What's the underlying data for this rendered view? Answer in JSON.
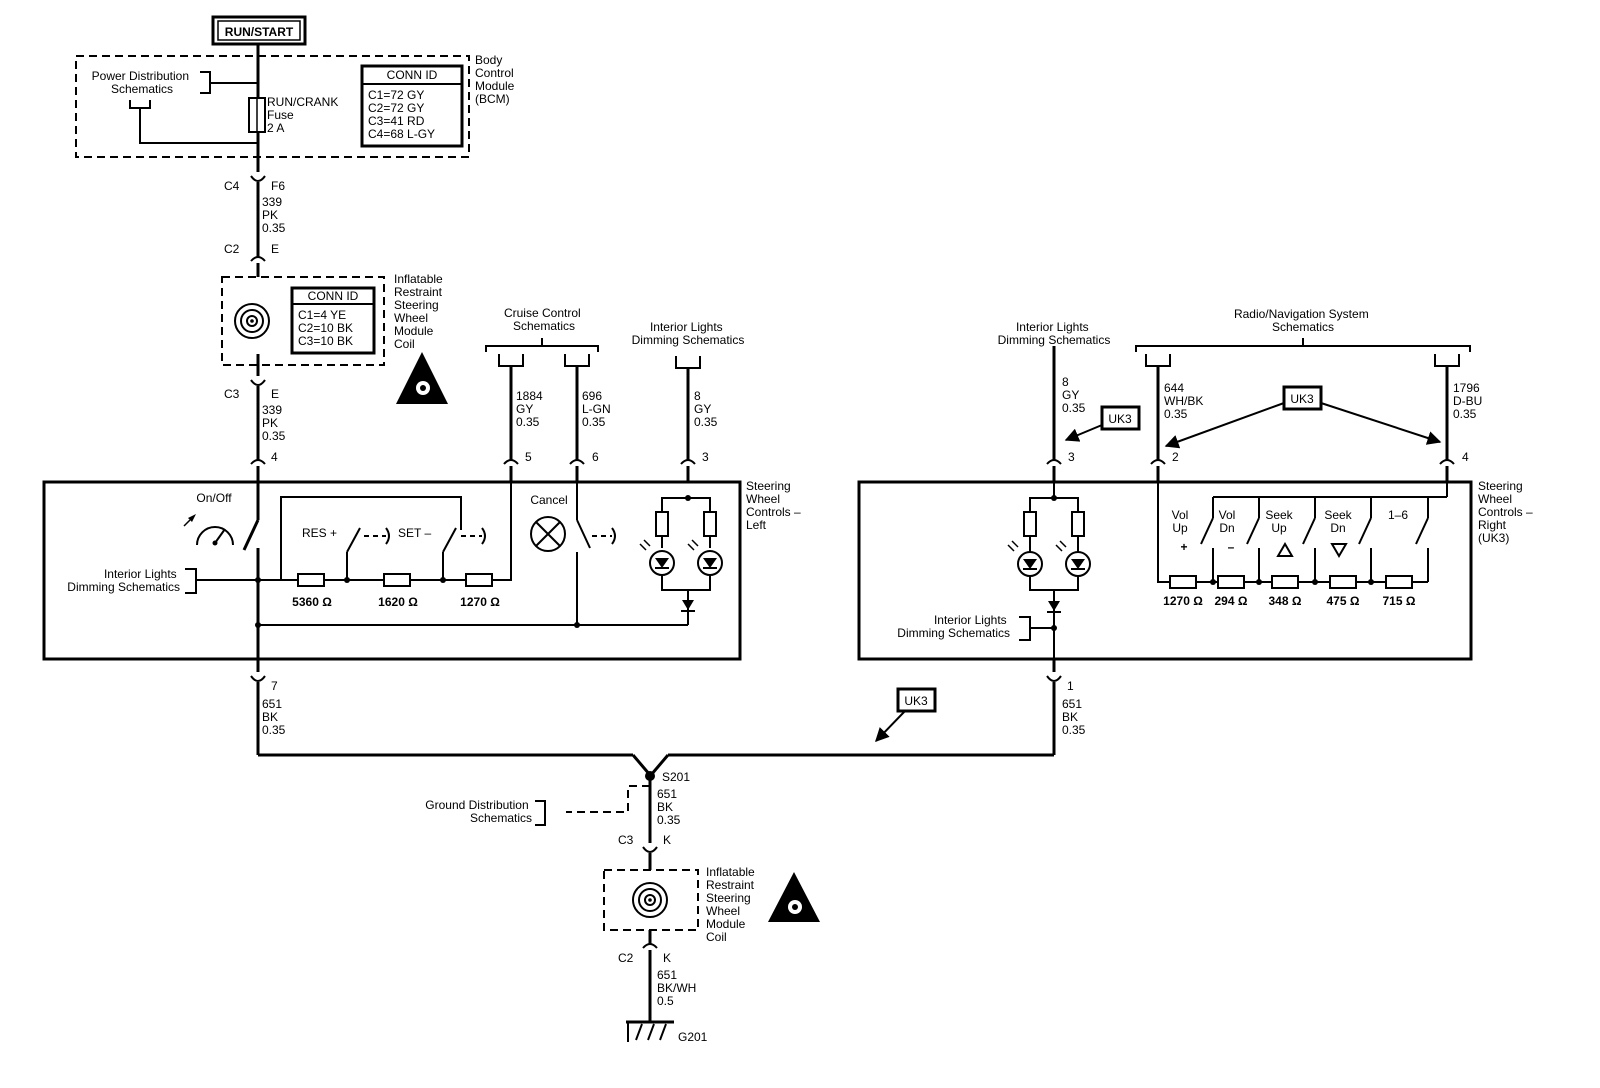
{
  "power": {
    "label": "RUN/START"
  },
  "bcm": {
    "name": [
      "Body",
      "Control",
      "Module",
      "(BCM)"
    ],
    "power_ref": [
      "Power Distribution",
      "Schematics"
    ],
    "fuse": [
      "RUN/CRANK",
      "Fuse",
      "2 A"
    ],
    "conn_title": "CONN ID",
    "conn_ids": [
      "C1=72 GY",
      "C2=72 GY",
      "C3=41 RD",
      "C4=68 L-GY"
    ]
  },
  "upper_wire": {
    "c4": "C4",
    "pin_f6": "F6",
    "wire1": [
      "339",
      "PK",
      "0.35"
    ],
    "c2": "C2",
    "pin_e1": "E",
    "c3": "C3",
    "pin_e2": "E",
    "wire2": [
      "339",
      "PK",
      "0.35"
    ],
    "pin4": "4"
  },
  "coil_top": {
    "name": [
      "Inflatable",
      "Restraint",
      "Steering",
      "Wheel",
      "Module",
      "Coil"
    ],
    "conn_title": "CONN ID",
    "conn_ids": [
      "C1=4 YE",
      "C2=10 BK",
      "C3=10 BK"
    ]
  },
  "cruise": {
    "title": [
      "Cruise Control",
      "Schematics"
    ],
    "wire_a": [
      "1884",
      "GY",
      "0.35"
    ],
    "wire_b": [
      "696",
      "L-GN",
      "0.35"
    ],
    "pin_a": "5",
    "pin_b": "6"
  },
  "dim_left": {
    "title": [
      "Interior Lights",
      "Dimming Schematics"
    ],
    "wire": [
      "8",
      "GY",
      "0.35"
    ],
    "pin": "3"
  },
  "left_ctrl": {
    "name": [
      "Steering",
      "Wheel",
      "Controls –",
      "Left"
    ],
    "onoff": "On/Off",
    "res": "RES +",
    "set": "SET –",
    "cancel": "Cancel",
    "dim_ref": [
      "Interior Lights",
      "Dimming Schematics"
    ],
    "r1": "5360 Ω",
    "r2": "1620 Ω",
    "r3": "1270 Ω"
  },
  "left_out": {
    "pin": "7",
    "wire": [
      "651",
      "BK",
      "0.35"
    ]
  },
  "dim_right": {
    "title": [
      "Interior Lights",
      "Dimming Schematics"
    ],
    "wire": [
      "8",
      "GY",
      "0.35"
    ],
    "pin": "3",
    "uk3": "UK3"
  },
  "radio": {
    "title": [
      "Radio/Navigation System",
      "Schematics"
    ],
    "wire_a": [
      "644",
      "WH/BK",
      "0.35"
    ],
    "wire_b": [
      "1796",
      "D-BU",
      "0.35"
    ],
    "pin_a": "2",
    "pin_b": "4",
    "uk3": "UK3"
  },
  "right_ctrl": {
    "name": [
      "Steering",
      "Wheel",
      "Controls –",
      "Right",
      "(UK3)"
    ],
    "dim_ref": [
      "Interior Lights",
      "Dimming Schematics"
    ],
    "sw": [
      {
        "l1": "Vol",
        "l2": "Up",
        "sym": "+"
      },
      {
        "l1": "Vol",
        "l2": "Dn",
        "sym": "–"
      },
      {
        "l1": "Seek",
        "l2": "Up",
        "sym": ""
      },
      {
        "l1": "Seek",
        "l2": "Dn",
        "sym": ""
      },
      {
        "l1": "1–6",
        "l2": "",
        "sym": ""
      }
    ],
    "res": [
      "1270 Ω",
      "294 Ω",
      "348 Ω",
      "475 Ω",
      "715 Ω"
    ]
  },
  "right_out": {
    "pin": "1",
    "wire": [
      "651",
      "BK",
      "0.35"
    ],
    "uk3": "UK3"
  },
  "splice": {
    "name": "S201",
    "wire": [
      "651",
      "BK",
      "0.35"
    ],
    "ground_ref": [
      "Ground Distribution",
      "Schematics"
    ]
  },
  "coil_bottom": {
    "c3": "C3",
    "pin_k1": "K",
    "name": [
      "Inflatable",
      "Restraint",
      "Steering",
      "Wheel",
      "Module",
      "Coil"
    ],
    "c2": "C2",
    "pin_k2": "K",
    "wire": [
      "651",
      "BK/WH",
      "0.5"
    ],
    "ground": "G201"
  }
}
